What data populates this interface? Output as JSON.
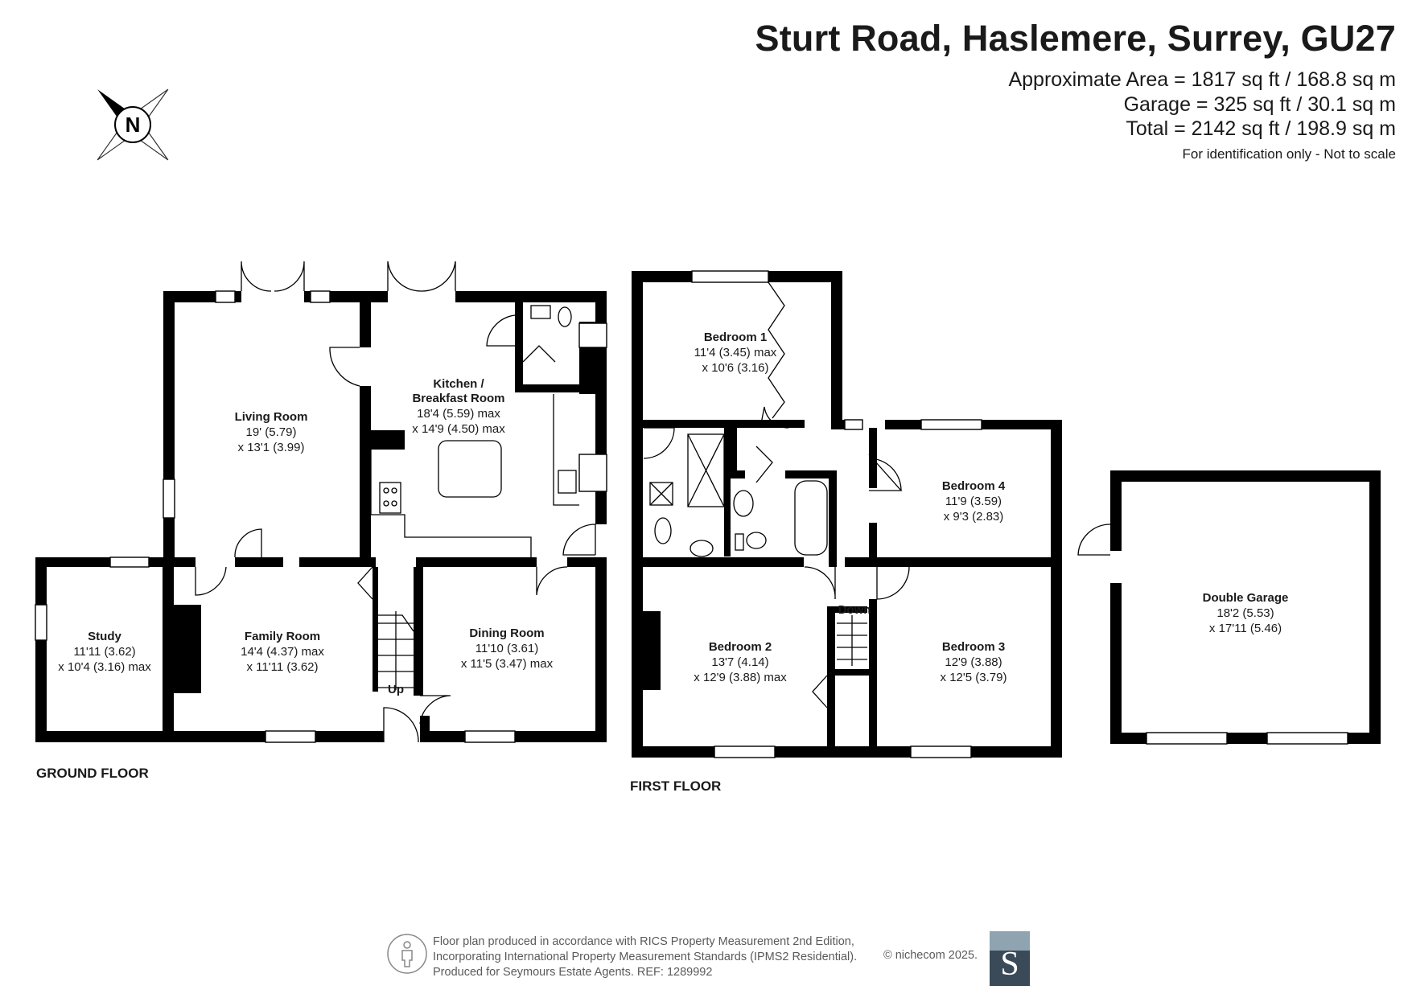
{
  "header": {
    "title": "Sturt Road, Haslemere, Surrey, GU27",
    "area_approx": "Approximate Area = 1817 sq ft / 168.8 sq m",
    "area_garage": "Garage  = 325 sq ft / 30.1 sq m",
    "area_total": "Total = 2142 sq ft / 198.9 sq m",
    "disclaimer": "For identification only - Not to scale"
  },
  "compass": {
    "label": "N",
    "icon": "north-compass-icon"
  },
  "floors": {
    "ground": {
      "label": "GROUND FLOOR",
      "rooms": {
        "living": {
          "name": "Living Room",
          "dim1": "19' (5.79)",
          "dim2": "x 13'1 (3.99)"
        },
        "kitchen": {
          "name1": "Kitchen /",
          "name2": "Breakfast Room",
          "dim1": "18'4 (5.59) max",
          "dim2": "x 14'9 (4.50) max"
        },
        "study": {
          "name": "Study",
          "dim1": "11'11 (3.62)",
          "dim2": "x 10'4 (3.16) max"
        },
        "family": {
          "name": "Family Room",
          "dim1": "14'4 (4.37) max",
          "dim2": "x 11'11 (3.62)"
        },
        "dining": {
          "name": "Dining Room",
          "dim1": "11'10 (3.61)",
          "dim2": "x 11'5 (3.47) max"
        }
      },
      "stairs_label": "Up"
    },
    "first": {
      "label": "FIRST FLOOR",
      "rooms": {
        "bed1": {
          "name": "Bedroom 1",
          "dim1": "11'4 (3.45) max",
          "dim2": "x 10'6 (3.16)"
        },
        "bed2": {
          "name": "Bedroom 2",
          "dim1": "13'7 (4.14)",
          "dim2": "x 12'9 (3.88) max"
        },
        "bed3": {
          "name": "Bedroom 3",
          "dim1": "12'9 (3.88)",
          "dim2": "x 12'5 (3.79)"
        },
        "bed4": {
          "name": "Bedroom 4",
          "dim1": "11'9 (3.59)",
          "dim2": "x 9'3 (2.83)"
        }
      },
      "stairs_label": "Down"
    },
    "garage": {
      "rooms": {
        "garage": {
          "name": "Double Garage",
          "dim1": "18'2 (5.53)",
          "dim2": "x 17'11 (5.46)"
        }
      }
    }
  },
  "footer": {
    "line1": "Floor plan produced in accordance with RICS Property Measurement 2nd Edition,",
    "line2": "Incorporating International Property Measurement Standards (IPMS2 Residential).",
    "line3": "Produced for Seymours Estate Agents.   REF: 1289992",
    "copyright": "© nichecom 2025.",
    "logo_letter": "S",
    "person_icon": "person-icon",
    "logo_color": "#3a4a58"
  }
}
